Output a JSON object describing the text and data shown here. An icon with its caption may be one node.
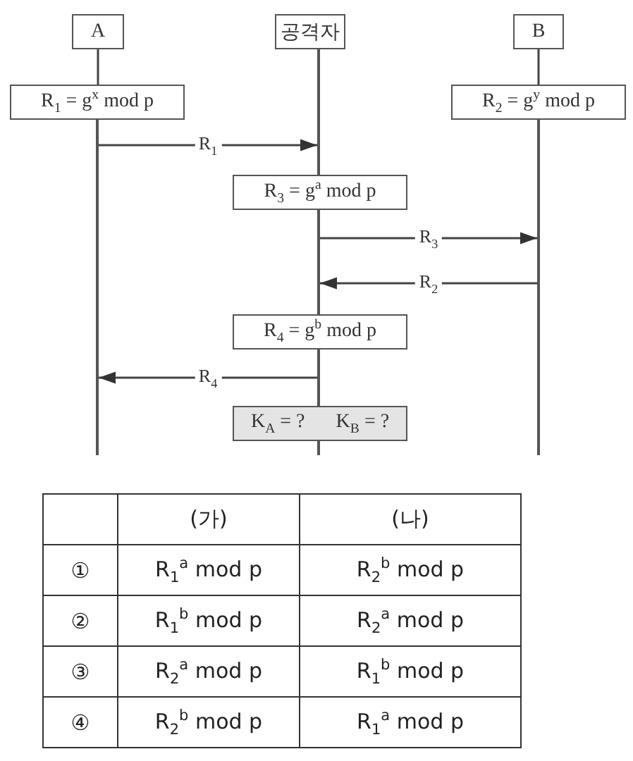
{
  "diagram": {
    "nodes": [
      {
        "text": [
          "A"
        ]
      },
      {
        "text": [
          "공격자"
        ]
      },
      {
        "text": [
          "B"
        ]
      },
      {
        "text": [
          "R$_{1}$ = g$^{x}$ mod p"
        ]
      },
      {
        "text": [
          "R$_{2}$ = g$^{y}$ mod p"
        ]
      },
      {
        "text": [
          "R$_{3}$ = g$^{a}$ mod p"
        ]
      },
      {
        "text": [
          "R$_{4}$ = g$^{b}$ mod p"
        ]
      },
      {
        "text": [
          "K$_{A}$ = ?",
          "K$_{B}$ = ?"
        ]
      },
      {
        "text": [],
        "shape": "line"
      },
      {
        "text": [],
        "shape": "line"
      },
      {
        "text": [],
        "shape": "line"
      }
    ],
    "edges": [
      {
        "from": 8,
        "to": 9,
        "arrow": "to",
        "label": "R$_{1}$"
      },
      {
        "from": 9,
        "to": 10,
        "arrow": "to",
        "label": "R$_{3}$"
      },
      {
        "from": 10,
        "to": 9,
        "arrow": "to",
        "label": "R$_{2}$"
      },
      {
        "from": 9,
        "to": 8,
        "arrow": "to",
        "label": "R$_{4}$"
      },
      {
        "from": 0,
        "to": 3,
        "arrow": "none"
      },
      {
        "from": 2,
        "to": 4,
        "arrow": "none"
      }
    ],
    "labels": [
      "(가)",
      "(나)",
      "①",
      "R$_{1}$$^{a}$ mod p",
      "R$_{2}$$^{b}$ mod p",
      "②",
      "R$_{1}$$^{b}$ mod p",
      "R$_{2}$$^{a}$ mod p",
      "③",
      "R$_{2}$$^{a}$ mod p",
      "R$_{1}$$^{b}$ mod p",
      "④",
      "R$_{2}$$^{b}$ mod p",
      "R$_{1}$$^{a}$ mod p"
    ]
  }
}
